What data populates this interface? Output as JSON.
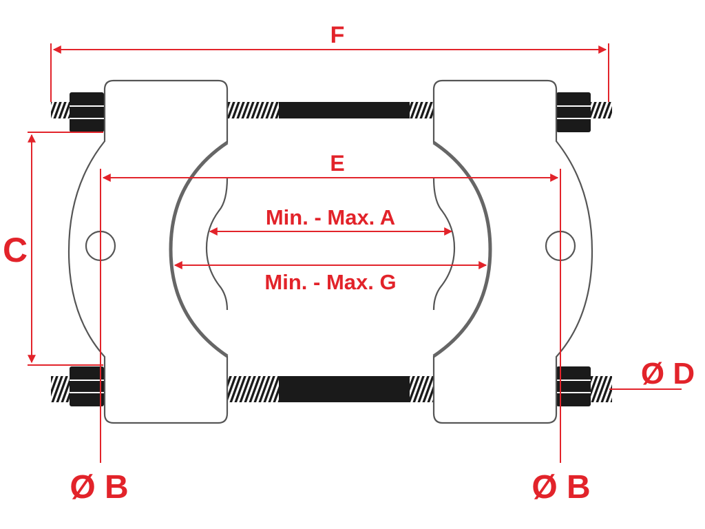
{
  "labels": {
    "F": "F",
    "E": "E",
    "C": "C",
    "A": "Min. - Max. A",
    "G": "Min. - Max. G",
    "D": "Ø D",
    "B_left": "Ø B",
    "B_right": "Ø B"
  },
  "colors": {
    "dimension": "#e2232a",
    "outline": "#555555",
    "rod": "#1a1a1a",
    "ring": "#666666"
  }
}
